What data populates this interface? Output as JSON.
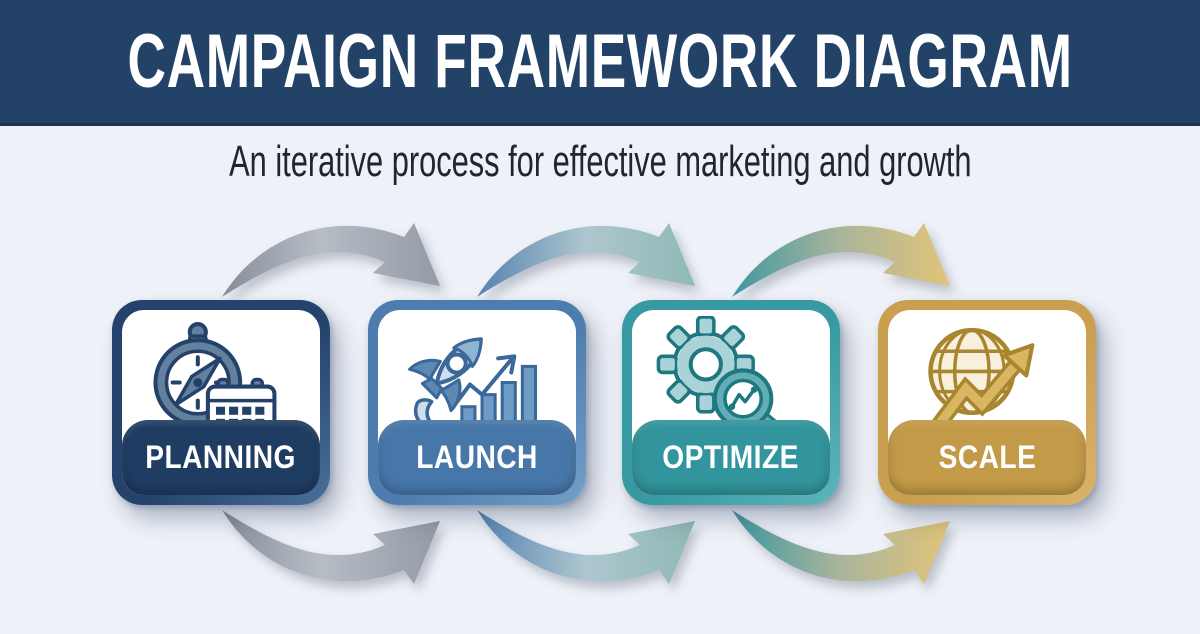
{
  "header": {
    "title": "CAMPAIGN FRAMEWORK DIAGRAM"
  },
  "subtitle": "An iterative process for effective marketing and growth",
  "stages": [
    {
      "id": "planning",
      "label": "PLANNING",
      "icon": "compass-calendar-icon",
      "color": "#24426b"
    },
    {
      "id": "launch",
      "label": "LAUNCH",
      "icon": "rocket-growth-icon",
      "color": "#4d7dae"
    },
    {
      "id": "optimize",
      "label": "OPTIMIZE",
      "icon": "gear-magnifier-icon",
      "color": "#379aa2"
    },
    {
      "id": "scale",
      "label": "SCALE",
      "icon": "globe-arrow-icon",
      "color": "#c9a04f"
    }
  ],
  "flow": {
    "direction": "left-to-right",
    "top_arrows": [
      {
        "from": "PLANNING",
        "to": "LAUNCH",
        "gradient": [
          "#848d99",
          "#939aa6"
        ]
      },
      {
        "from": "LAUNCH",
        "to": "OPTIMIZE",
        "gradient": [
          "#5583b2",
          "#8fb9b4"
        ]
      },
      {
        "from": "OPTIMIZE",
        "to": "SCALE",
        "gradient": [
          "#3f98a0",
          "#e2c478"
        ]
      }
    ],
    "bottom_arrows": [
      {
        "from": "PLANNING",
        "to": "LAUNCH",
        "gradient": [
          "#848d99",
          "#939aa6"
        ]
      },
      {
        "from": "LAUNCH",
        "to": "OPTIMIZE",
        "gradient": [
          "#5583b2",
          "#8fb9b4"
        ]
      },
      {
        "from": "OPTIMIZE",
        "to": "SCALE",
        "gradient": [
          "#3f98a0",
          "#e2c478"
        ]
      }
    ]
  },
  "colors": {
    "header_bg": "#234268",
    "page_bg": "#eef1f7",
    "card_face": "#ffffff",
    "title_text": "#ffffff",
    "subtitle_text": "#24242c",
    "label_text": "#ffffff"
  }
}
